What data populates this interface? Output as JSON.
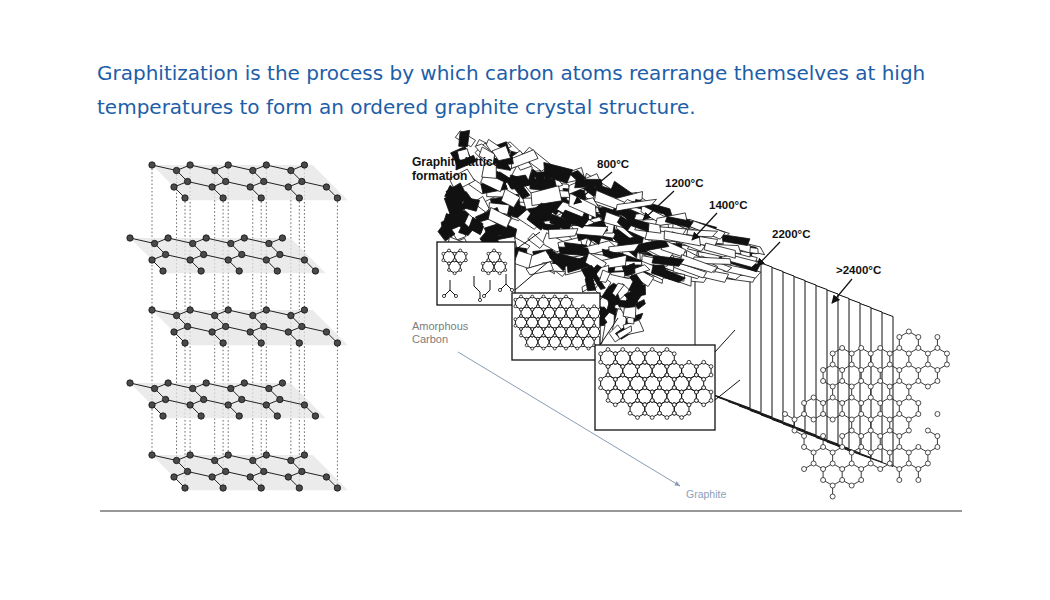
{
  "diagram": {
    "title": "Graphitization is the process by which carbon atoms rearrange themselves at high temperatures to form an ordered graphite crystal structure.",
    "labels": [
      "Graphite lattice formation",
      "800°C",
      "1200°C",
      "1400°C",
      "2200°C",
      ">2400°C",
      "Amorphous Carbon",
      "Graphite"
    ]
  }
}
